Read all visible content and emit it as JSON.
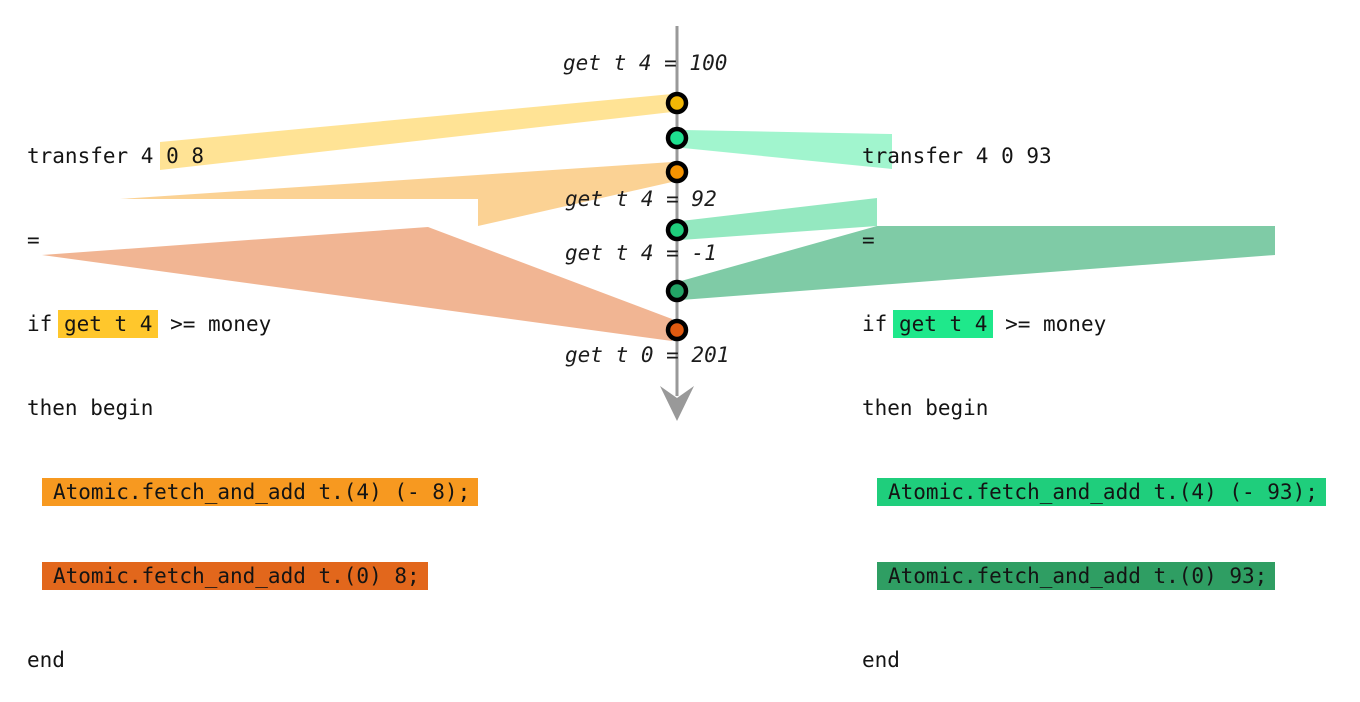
{
  "timeline": {
    "labels": {
      "e1": "get t 4 = 100",
      "e2": "get t 4 = 92",
      "e3": "get t 4 = -1",
      "e4": "get t 0 = 201"
    }
  },
  "left_code": {
    "l1": "transfer 4 0 8",
    "l2": "=",
    "l3a": "if ",
    "l3b": "get t 4",
    "l3c": " >= money",
    "l4": "then begin",
    "l5": "Atomic.fetch_and_add t.(4) (- 8);",
    "l6": "Atomic.fetch_and_add t.(0) 8;",
    "l7": "end"
  },
  "right_code": {
    "l1": "transfer 4 0 93",
    "l2": "=",
    "l3a": "if ",
    "l3b": "get t 4",
    "l3c": " >= money",
    "l4": "then begin",
    "l5": "Atomic.fetch_and_add t.(4) (- 93);",
    "l6": "Atomic.fetch_and_add t.(0) 93;",
    "l7": "end"
  },
  "colors": {
    "gold_hl": "#FFC72C",
    "gold_circle": "#F2B705",
    "orange_hl": "#F79920",
    "orange_circle": "#F59300",
    "dark_orange_hl": "#E2671C",
    "red_orange_circle": "#E05A10",
    "spring_hl": "#1FE88B",
    "spring_circle": "#1EE08F",
    "mid_green_hl": "#1FCE7C",
    "mid_green_circle": "#1FCE7C",
    "sea_green_hl": "#2F9E63",
    "sea_green_circle": "#22A566",
    "axis_gray": "#999999",
    "marker_ring": "#000000"
  }
}
